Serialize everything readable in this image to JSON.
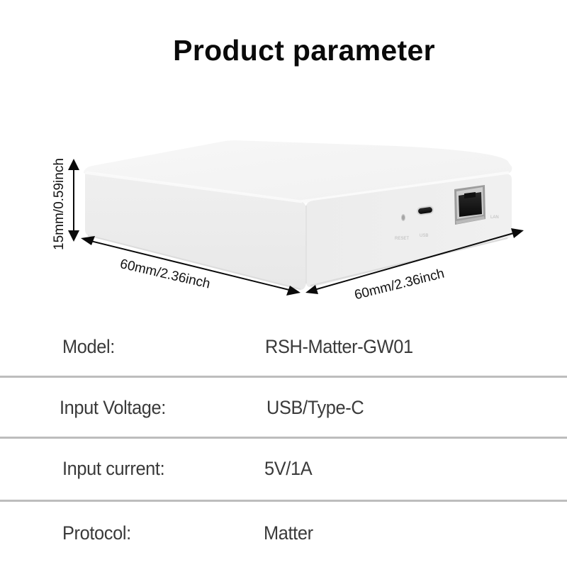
{
  "header": {
    "title": "Product parameter"
  },
  "device": {
    "dimensions": {
      "height": "15mm/0.59inch",
      "depth": "60mm/2.36inch",
      "width": "60mm/2.36inch"
    },
    "port_labels": {
      "reset": "RESET",
      "usb": "USB",
      "lan": "LAN"
    },
    "colors": {
      "body_top": "#f4f4f4",
      "body_front": "#ebebeb",
      "body_side": "#eeeeee",
      "port_dark": "#111111",
      "arrow": "#0a0a0a"
    }
  },
  "specs": [
    {
      "label": "Model:",
      "value": "RSH-Matter-GW01"
    },
    {
      "label": "Input Voltage:",
      "value": "USB/Type-C"
    },
    {
      "label": "Input current:",
      "value": "5V/1A"
    },
    {
      "label": "Protocol:",
      "value": "Matter"
    }
  ],
  "divider_color": "#bdbdbd"
}
